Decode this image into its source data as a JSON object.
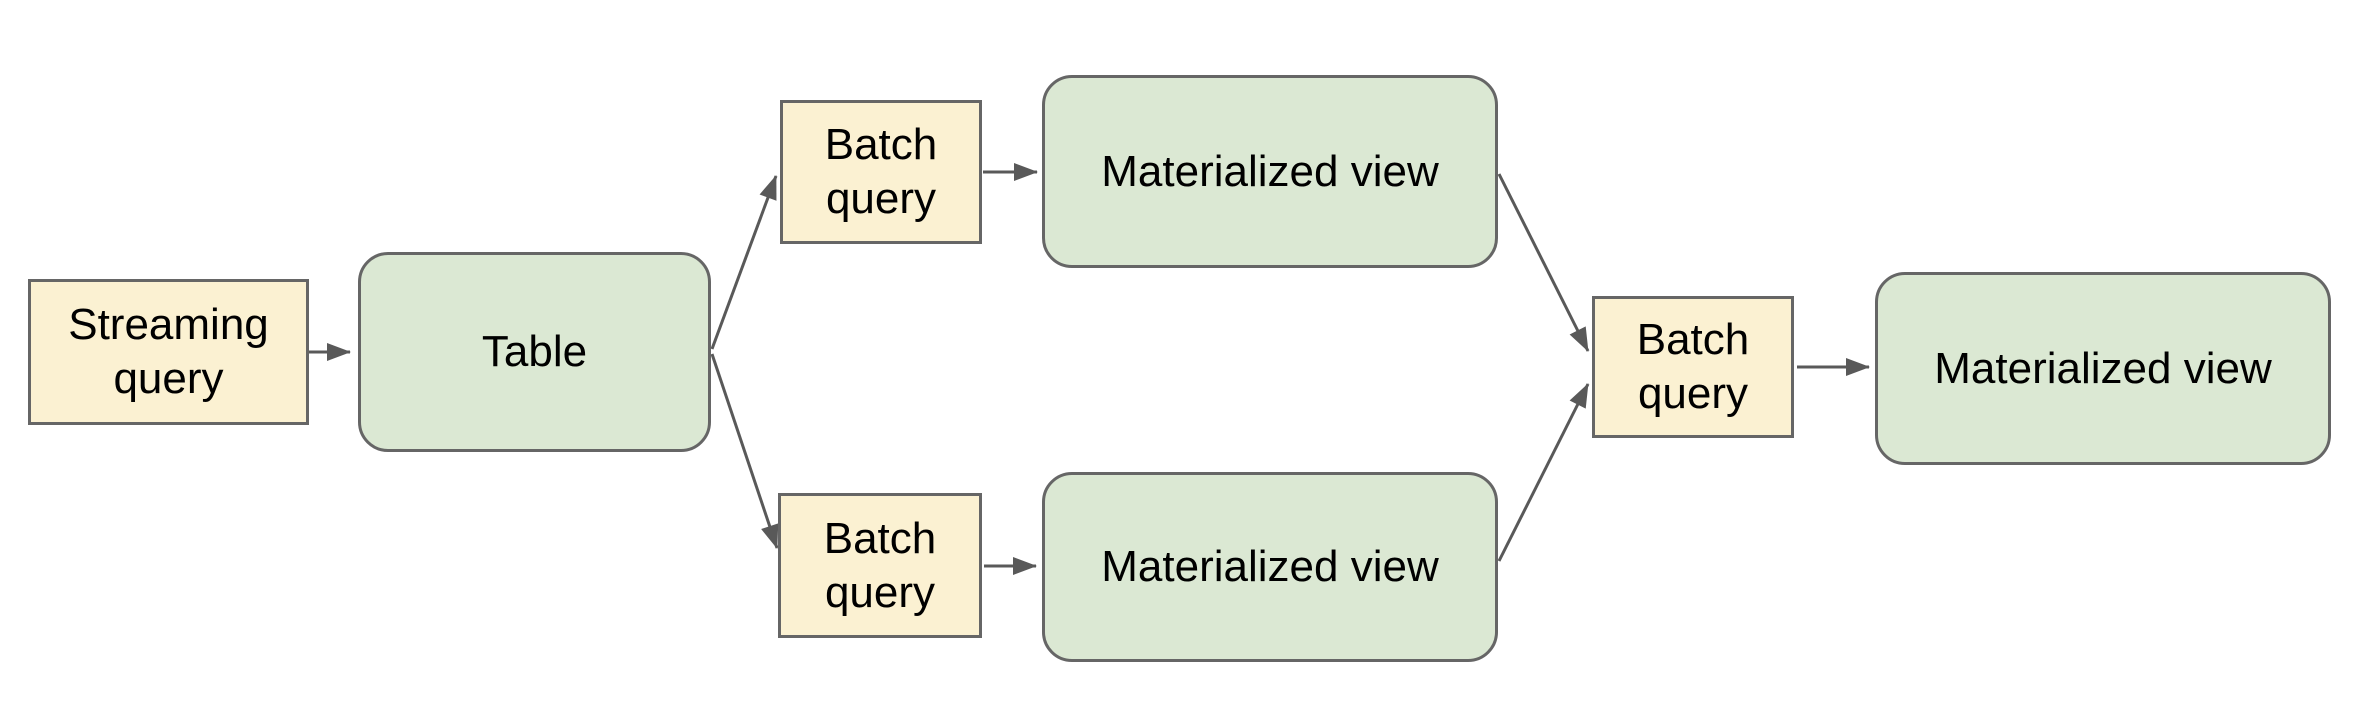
{
  "diagram": {
    "colors": {
      "query_fill": "#FBF1D2",
      "view_fill": "#DBE8D3",
      "node_stroke": "#666666",
      "arrow": "#595959",
      "text": "#000000",
      "background": "#FFFFFF"
    },
    "nodes": {
      "streaming_query": {
        "label": "Streaming query",
        "shape": "rectangle"
      },
      "table": {
        "label": "Table",
        "shape": "rounded-rectangle"
      },
      "batch_query_top": {
        "label": "Batch query",
        "shape": "rectangle"
      },
      "materialized_view_top": {
        "label": "Materialized view",
        "shape": "rounded-rectangle"
      },
      "batch_query_bottom": {
        "label": "Batch query",
        "shape": "rectangle"
      },
      "materialized_view_bottom": {
        "label": "Materialized view",
        "shape": "rounded-rectangle"
      },
      "batch_query_merge": {
        "label": "Batch query",
        "shape": "rectangle"
      },
      "materialized_view_final": {
        "label": "Materialized view",
        "shape": "rounded-rectangle"
      }
    },
    "edges": [
      {
        "from": "streaming_query",
        "to": "table"
      },
      {
        "from": "table",
        "to": "batch_query_top"
      },
      {
        "from": "batch_query_top",
        "to": "materialized_view_top"
      },
      {
        "from": "materialized_view_top",
        "to": "batch_query_merge"
      },
      {
        "from": "table",
        "to": "batch_query_bottom"
      },
      {
        "from": "batch_query_bottom",
        "to": "materialized_view_bottom"
      },
      {
        "from": "materialized_view_bottom",
        "to": "batch_query_merge"
      },
      {
        "from": "batch_query_merge",
        "to": "materialized_view_final"
      }
    ]
  }
}
